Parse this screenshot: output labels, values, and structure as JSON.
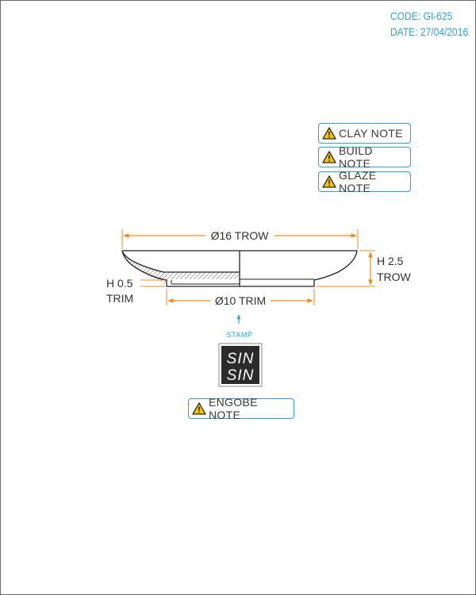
{
  "header": {
    "code": "CODE: GI-625",
    "date": "DATE: 27/04/2016"
  },
  "notes": {
    "clay": "CLAY NOTE",
    "build": "BUILD NOTE",
    "glaze": "GLAZE NOTE",
    "engobe": "ENGOBE NOTE"
  },
  "dimensions": {
    "top_diameter": "Ø16 TROW",
    "base_diameter": "Ø10 TRIM",
    "height_line1": "H 2.5",
    "height_line2": "TROW",
    "trim_height_line1": "H 0.5",
    "trim_height_line2": "TRIM"
  },
  "stamp": {
    "label": "STAMP",
    "mark_line1": "SIN",
    "mark_line2": "SIN"
  },
  "colors": {
    "accent_blue": "#2aa5d6",
    "dimension_orange": "#f08a24",
    "line_dark": "#222222",
    "stamp_bg": "#2b2b2b"
  }
}
